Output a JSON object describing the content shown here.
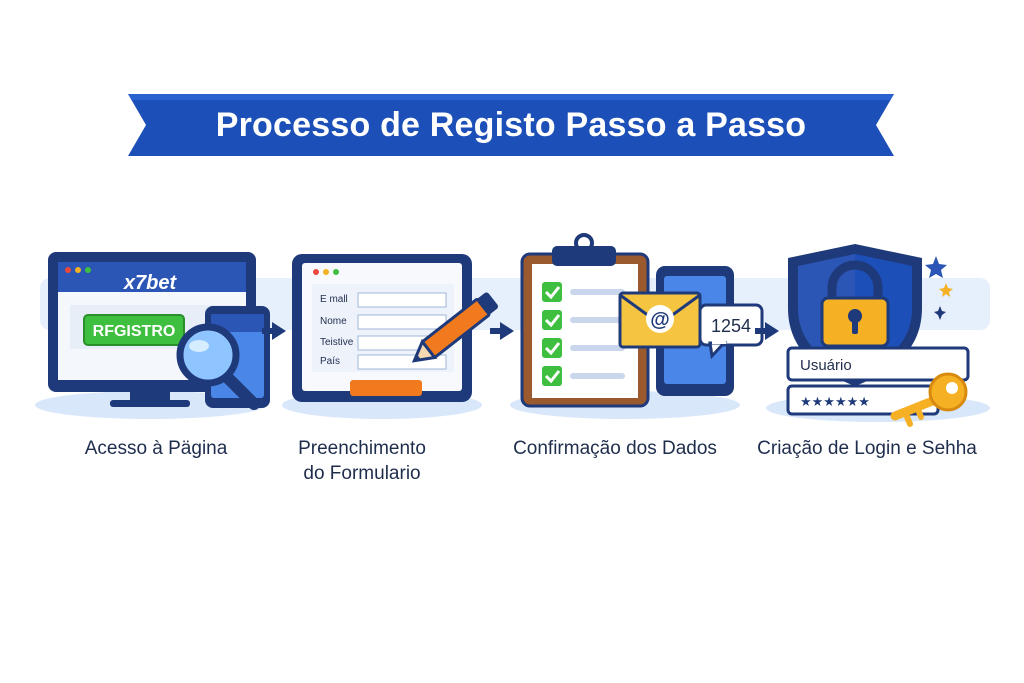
{
  "title": "Processo de Registo Passo a Passo",
  "steps": [
    {
      "caption_lines": [
        "Acesso à Pägina"
      ],
      "site_logo": "x7bet",
      "register_button": "RFGISTRO",
      "icons": [
        "monitor-icon",
        "phone-icon",
        "magnifier-icon"
      ]
    },
    {
      "caption_lines": [
        "Preenchimento",
        "do Formulario"
      ],
      "form_fields": [
        "E mall",
        "Nome",
        "Teistive",
        "País"
      ],
      "icons": [
        "tablet-icon",
        "pencil-icon"
      ]
    },
    {
      "caption_lines": [
        "Confirmação dos Dados"
      ],
      "email_symbol": "@",
      "sms_code": "1254",
      "icons": [
        "clipboard-icon",
        "checkbox-icon",
        "envelope-icon",
        "phone-icon",
        "chat-bubble-icon"
      ]
    },
    {
      "caption_lines": [
        "Criação de Login e Sehha"
      ],
      "username_label": "Usuário",
      "password_mask": "★★★★★★",
      "icons": [
        "shield-icon",
        "padlock-icon",
        "key-icon",
        "star-icon"
      ]
    }
  ],
  "colors": {
    "banner": "#1c4fb8",
    "navy": "#1f3a7a",
    "green": "#3fbf3f",
    "orange": "#f07a1d",
    "gold": "#f5b024",
    "light_blue": "#d9e7fb"
  }
}
